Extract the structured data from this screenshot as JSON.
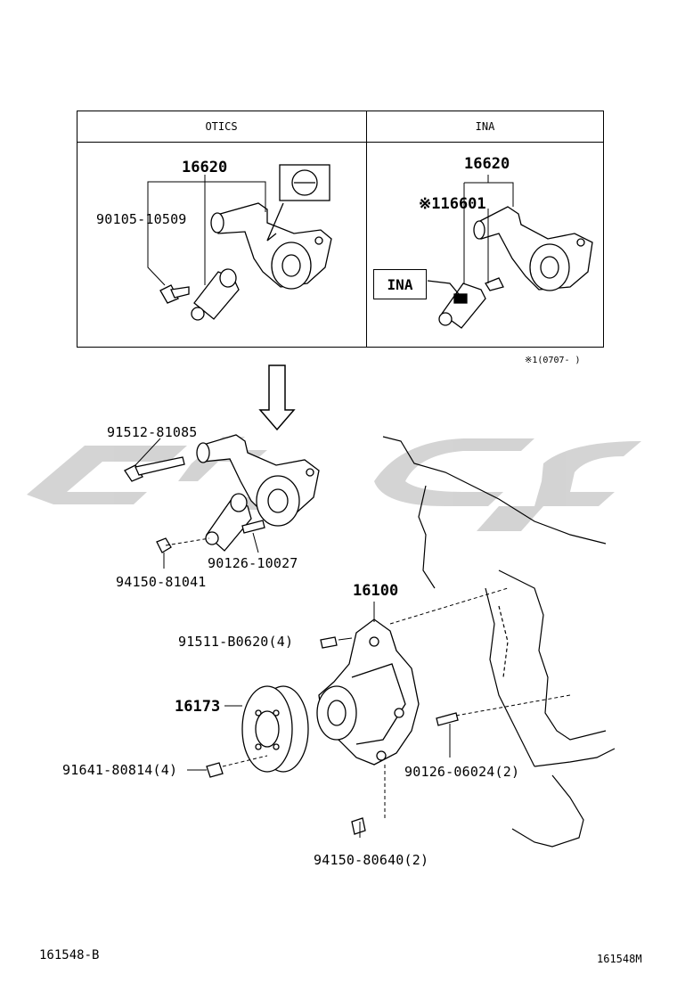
{
  "table": {
    "left_header": "OTICS",
    "right_header": "INA",
    "ina_box_label": "INA",
    "note": "※1(0707-     )"
  },
  "parts": {
    "otics_assembly": "16620",
    "otics_bolt": "90105-10509",
    "ina_assembly": "16620",
    "ina_tensioner": "※116601",
    "bolt_91512": "91512-81085",
    "nut_94150a": "94150-81041",
    "stud_90126a": "90126-10027",
    "water_pump": "16100",
    "bolt_91511": "91511-B0620(4)",
    "pulley": "16173",
    "bolt_91641": "91641-80814(4)",
    "stud_90126b": "90126-06024(2)",
    "nut_94150b": "94150-80640(2)"
  },
  "footer": {
    "left_code": "161548-B",
    "right_code": "161548M"
  },
  "colors": {
    "line": "#000000",
    "watermark": "#cfcfcf"
  },
  "watermark": {
    "icon": "brand-swoosh-logo"
  }
}
